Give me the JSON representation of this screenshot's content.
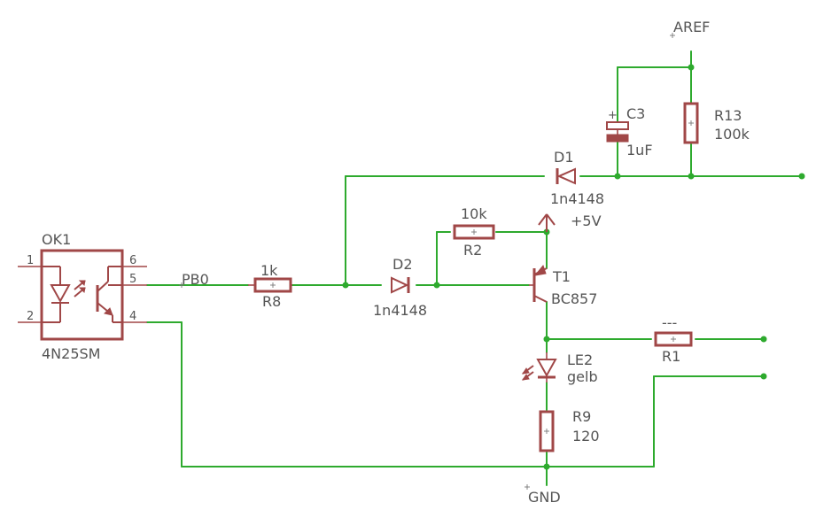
{
  "labels": {
    "aref": "AREF",
    "ok1_name": "OK1",
    "ok1_value": "4N25SM",
    "pin1": "1",
    "pin2": "2",
    "pin4": "4",
    "pin5": "5",
    "pin6": "6",
    "pb0": "PB0",
    "r8_value": "1k",
    "r8_name": "R8",
    "d2_name": "D2",
    "d2_value": "1n4148",
    "r2_value": "10k",
    "r2_name": "R2",
    "supply": "+5V",
    "t1_name": "T1",
    "t1_value": "BC857",
    "d1_name": "D1",
    "d1_value": "1n4148",
    "c3_name": "C3",
    "c3_value": "1uF",
    "r13_name": "R13",
    "r13_value": "100k",
    "r1_value": "---",
    "r1_name": "R1",
    "le2_name": "LE2",
    "le2_value": "gelb",
    "r9_name": "R9",
    "r9_value": "120",
    "gnd": "GND"
  }
}
